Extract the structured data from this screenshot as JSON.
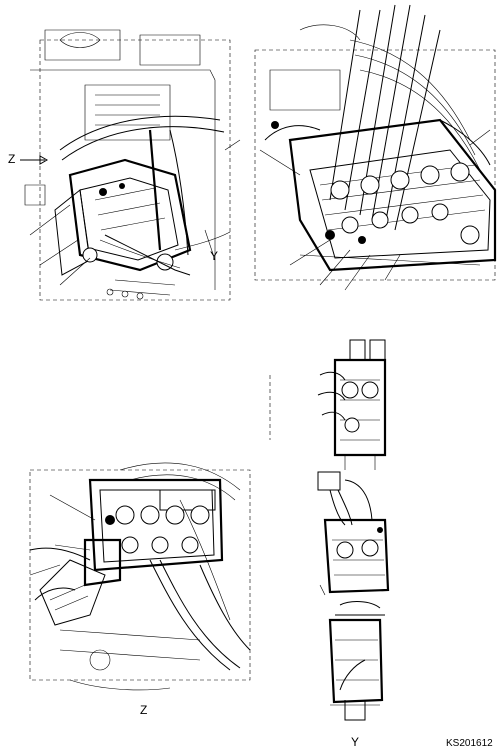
{
  "views": {
    "top_left": {
      "view_label": "Z"
    },
    "bottom_left": {
      "view_label": "Z"
    },
    "bottom_right": {
      "view_label": "Y"
    },
    "top_left_y": {
      "view_label": "Y"
    }
  },
  "drawing_code": "KS201612",
  "colors": {
    "ink": "#000000",
    "paper": "#ffffff"
  }
}
